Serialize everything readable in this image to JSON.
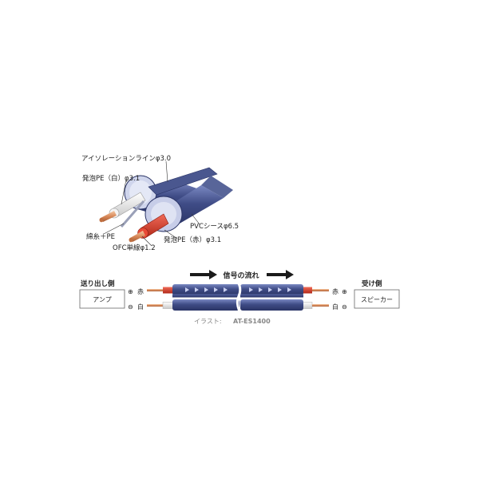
{
  "cable_cross_section": {
    "labels": {
      "isolation_line": "アイソレーションラインφ3.0",
      "foam_pe_white": "発泡PE（白）φ3.1",
      "cotton_pe": "綿糸＋PE",
      "ofc_wire": "OFC単線φ1.2",
      "pvc_sheath": "PVCシースφ6.5",
      "foam_pe_red": "発泡PE（赤）φ3.1"
    }
  },
  "connection": {
    "source": {
      "heading": "送り出し側",
      "device": "アンプ"
    },
    "destination": {
      "heading": "受け側",
      "device": "スピーカー"
    },
    "flow_label": "信号の流れ",
    "left_terminals": [
      {
        "symbol": "⊕",
        "color_label": "赤"
      },
      {
        "symbol": "⊖",
        "color_label": "白"
      }
    ],
    "right_terminals": [
      {
        "symbol": "⊕",
        "color_label": "赤"
      },
      {
        "symbol": "⊖",
        "color_label": "白"
      }
    ],
    "credit_label": "イラスト:",
    "model": "AT-ES1400"
  },
  "colors": {
    "cable_blue": "#3f4c86",
    "red_conductor": "#d63a2a",
    "copper": "#d8895a",
    "flow_arrow": "#1a1a1a"
  }
}
